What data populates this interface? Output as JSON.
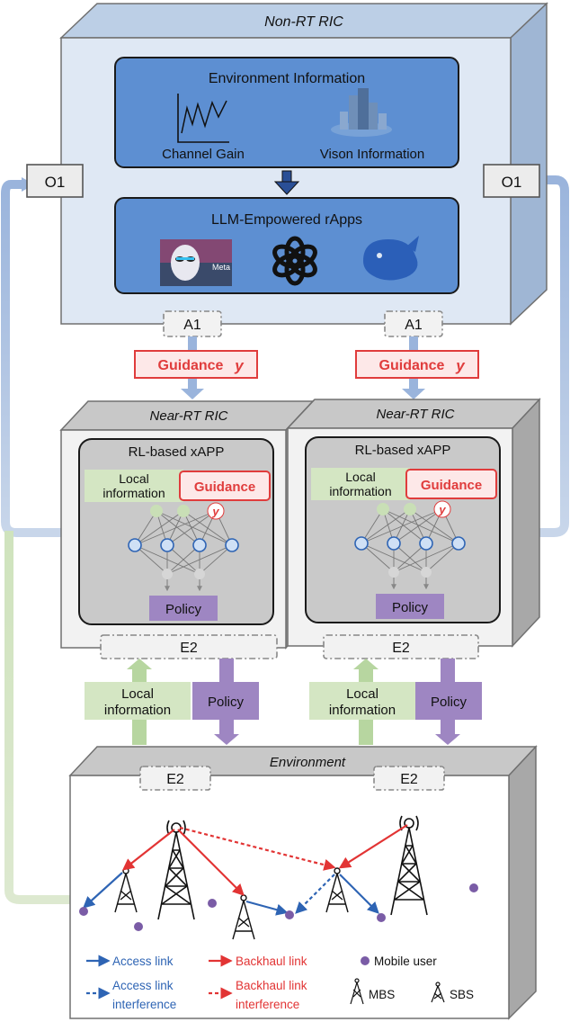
{
  "non_rt": {
    "title": "Non-RT RIC",
    "env_title": "Environment Information",
    "channel_gain": "Channel Gain",
    "vision_info": "Vison Information",
    "llm_title": "LLM-Empowered rApps",
    "meta_logo_text": "Meta"
  },
  "interfaces": {
    "o1": "O1",
    "a1": "A1",
    "e2": "E2"
  },
  "guidance_label": "Guidance",
  "guidance_symbol": "y",
  "near_rt": {
    "title": "Near-RT RIC",
    "xapp_title": "RL-based xAPP",
    "local_info_line1": "Local",
    "local_info_line2": "information",
    "guidance": "Guidance",
    "policy": "Policy"
  },
  "flow": {
    "local_line1": "Local",
    "local_line2": "information",
    "policy": "Policy"
  },
  "environment": {
    "title": "Environment"
  },
  "legend": {
    "access_link": "Access link",
    "backhaul_link": "Backhaul link",
    "mobile_user": "Mobile user",
    "access_interf_1": "Access link",
    "access_interf_2": "interference",
    "backhaul_interf_1": "Backhaul link",
    "backhaul_interf_2": "interference",
    "mbs": "MBS",
    "sbs": "SBS"
  },
  "colors": {
    "box_face": "#f2f2f2",
    "box_top": "#c8c8c8",
    "box_side": "#a8a8a8",
    "nonrt_face": "#dfe8f4",
    "nonrt_top": "#bccfe6",
    "nonrt_side": "#9fb6d4",
    "panel_blue": "#5d8fd2",
    "guidance_red": "#e03c3c",
    "guidance_bg": "#fde8e8",
    "green_fill": "#d4e6c3",
    "purple": "#9e86c2",
    "access_blue": "#2e64b4",
    "backhaul_red": "#e23434",
    "user": "#7a5ca6"
  }
}
